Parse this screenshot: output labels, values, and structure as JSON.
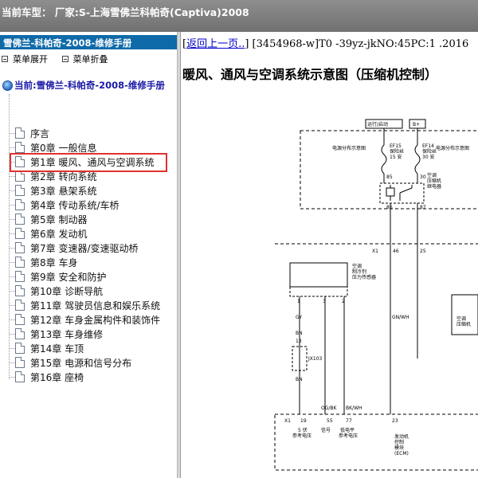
{
  "window": {
    "title": "当前车型： 厂家:S-上海雪佛兰科帕奇(Captiva)2008"
  },
  "sidebar": {
    "header": "雪佛兰-科帕奇-2008-维修手册",
    "toolbar": {
      "expand_label": "菜单展开",
      "collapse_label": "菜单折叠"
    },
    "root_label": "当前:雪佛兰-科帕奇-2008-维修手册",
    "items": [
      {
        "label": "序言"
      },
      {
        "label": "第0章 一般信息"
      },
      {
        "label": "第1章 暖风、通风与空调系统"
      },
      {
        "label": "第2章 转向系统"
      },
      {
        "label": "第3章 悬架系统"
      },
      {
        "label": "第4章 传动系统/车桥"
      },
      {
        "label": "第5章 制动器"
      },
      {
        "label": "第6章 发动机"
      },
      {
        "label": "第7章 变速器/变速驱动桥"
      },
      {
        "label": "第8章 车身"
      },
      {
        "label": "第9章 安全和防护"
      },
      {
        "label": "第10章 诊断导航"
      },
      {
        "label": "第11章 驾驶员信息和娱乐系统"
      },
      {
        "label": "第12章 车身金属构件和装饰件"
      },
      {
        "label": "第13章 车身维修"
      },
      {
        "label": "第14章 车顶"
      },
      {
        "label": "第15章 电源和信号分布"
      },
      {
        "label": "第16章 座椅"
      }
    ],
    "selected_index": 2
  },
  "content": {
    "back_link": "返回上一页..",
    "breadcrumb_rest": "] [3454968-w]T0 -39yz-jkNO:45PC:1 .2016",
    "breadcrumb_open": "[",
    "title": "暖风、通风与空调系统示意图（压缩机控制）",
    "diagram": {
      "top_left_tag": "运行/启动",
      "top_right_tag": "B+",
      "center_left": "电源分布示意图",
      "center_right": "电源分布示意图",
      "ef15_name": "EF15",
      "ef15_desc1": "保险丝",
      "ef15_desc2": "15 安",
      "ef14_name": "EF14",
      "ef14_desc1": "保险丝",
      "ef14_desc2": "30 安",
      "relay_l1": "空调",
      "relay_l2": "压缩机",
      "relay_l3": "继电器",
      "pin85": "85",
      "pin30": "30",
      "pin86": "86",
      "pin87": "87",
      "x1_a": "X1",
      "pin46": "46",
      "pin25": "25",
      "sensor_l1": "空调",
      "sensor_l2": "制冷剂",
      "sensor_l3": "压力传感器",
      "s1": "1",
      "s3": "3",
      "s2": "2",
      "gy": "GY",
      "bn1": "BN",
      "bn13": "13",
      "jx103": "JX103",
      "bn2": "BN",
      "gnwh": "GN/WH",
      "comp_l1": "空调",
      "comp_l2": "压缩机",
      "ogbk": "OG/BK",
      "bkwh": "BK/WH",
      "x1_b": "X1",
      "p19": "19",
      "p55": "55",
      "p77": "77",
      "p23": "23",
      "ref5v_1": "5 伏",
      "ref5v_2": "参考电压",
      "signal": "信号",
      "low_1": "低电平",
      "low_2": "参考电压",
      "ecm_1": "发动机",
      "ecm_2": "控制",
      "ecm_3": "模块",
      "ecm_4": "(ECM)"
    }
  }
}
